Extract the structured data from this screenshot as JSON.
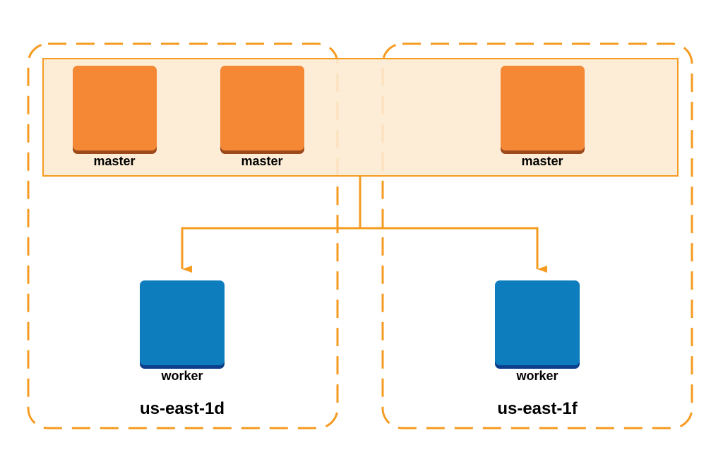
{
  "colors": {
    "zone_border": "#f59b20",
    "master_band_fill": "#fdebd2",
    "master_band_border": "#f59b20",
    "master_fill": "#f48835",
    "master_shadow": "#9c4a1b",
    "worker_fill": "#0d7dbd",
    "worker_shadow": "#0c3e8c",
    "connector": "#f59b20"
  },
  "zones": [
    {
      "label": "us-east-1d"
    },
    {
      "label": "us-east-1f"
    }
  ],
  "masters": [
    {
      "label": "master"
    },
    {
      "label": "master"
    },
    {
      "label": "master"
    }
  ],
  "workers": [
    {
      "label": "worker"
    },
    {
      "label": "worker"
    }
  ]
}
